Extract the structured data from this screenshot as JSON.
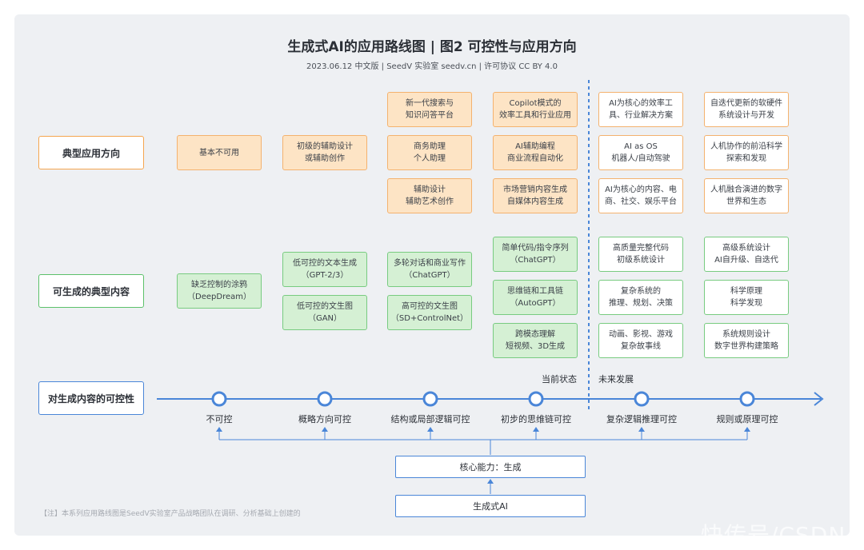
{
  "header": {
    "title": "生成式AI的应用路线图 | 图2 可控性与应用方向",
    "subtitle": "2023.06.12 中文版 | SeedV 实验室 seedv.cn | 许可协议 CC BY 4.0"
  },
  "rows": {
    "applications": "典型应用方向",
    "content": "可生成的典型内容",
    "controllability": "对生成内容的可控性"
  },
  "applications": {
    "col1": [
      "基本不可用"
    ],
    "col2": [
      "初级的辅助设计\n或辅助创作"
    ],
    "col3": [
      "新一代搜索与\n知识问答平台",
      "商务助理\n个人助理",
      "辅助设计\n辅助艺术创作"
    ],
    "col4": [
      "Copilot模式的\n效率工具和行业应用",
      "AI辅助编程\n商业流程自动化",
      "市场营销内容生成\n自媒体内容生成"
    ],
    "col5": [
      "AI为核心的效率工\n具、行业解决方案",
      "AI as OS\n机器人/自动驾驶",
      "AI为核心的内容、电\n商、社交、娱乐平台"
    ],
    "col6": [
      "自迭代更新的软硬件\n系统设计与开发",
      "人机协作的前沿科学\n探索和发现",
      "人机融合演进的数字\n世界和生态"
    ]
  },
  "content": {
    "col1": [
      "缺乏控制的涂鸦\n（DeepDream）"
    ],
    "col2": [
      "低可控的文本生成\n（GPT-2/3）",
      "低可控的文生图\n（GAN）"
    ],
    "col3": [
      "多轮对话和商业写作\n（ChatGPT）",
      "高可控的文生图\n（SD+ControlNet）"
    ],
    "col4": [
      "简单代码/指令序列\n（ChatGPT）",
      "思维链和工具链\n（AutoGPT）",
      "跨模态理解\n短视频、3D生成"
    ],
    "col5": [
      "高质量完整代码\n初级系统设计",
      "复杂系统的\n推理、规划、决策",
      "动画、影视、游戏\n复杂故事线"
    ],
    "col6": [
      "高级系统设计\nAI自升级、自迭代",
      "科学原理\n科学发现",
      "系统规则设计\n数字世界构建策略"
    ]
  },
  "axis": {
    "stages": [
      "不可控",
      "概略方向可控",
      "结构或局部逻辑可控",
      "初步的思维链可控",
      "复杂逻辑推理可控",
      "规则或原理可控"
    ],
    "current_label": "当前状态",
    "future_label": "未来发展"
  },
  "core": {
    "capability": "核心能力：生成",
    "source": "生成式AI"
  },
  "note": "【注】本系列应用路线图是SeedV实验室产品战略团队在调研、分析基础上创建的",
  "watermark": "快传号/CSDN",
  "colors": {
    "orange": "#f4b26e",
    "green": "#78cb80",
    "blue": "#4a86d8"
  }
}
